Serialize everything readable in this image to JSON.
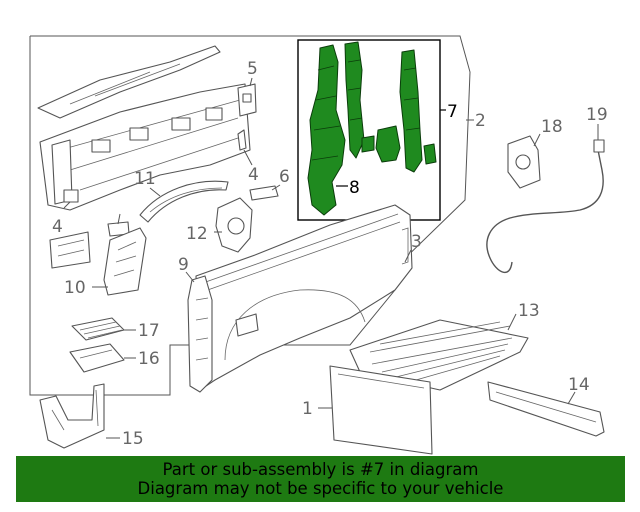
{
  "diagram": {
    "callouts": [
      "1",
      "2",
      "3",
      "4",
      "4",
      "5",
      "6",
      "7",
      "8",
      "9",
      "10",
      "11",
      "12",
      "13",
      "14",
      "15",
      "16",
      "17",
      "18",
      "19"
    ]
  },
  "banner": {
    "line1": "Part or sub-assembly is #7 in diagram",
    "line2": "Diagram may not be specific to your vehicle"
  },
  "colors": {
    "highlight": "#1f8a1f",
    "banner_bg": "#1e7a12"
  }
}
